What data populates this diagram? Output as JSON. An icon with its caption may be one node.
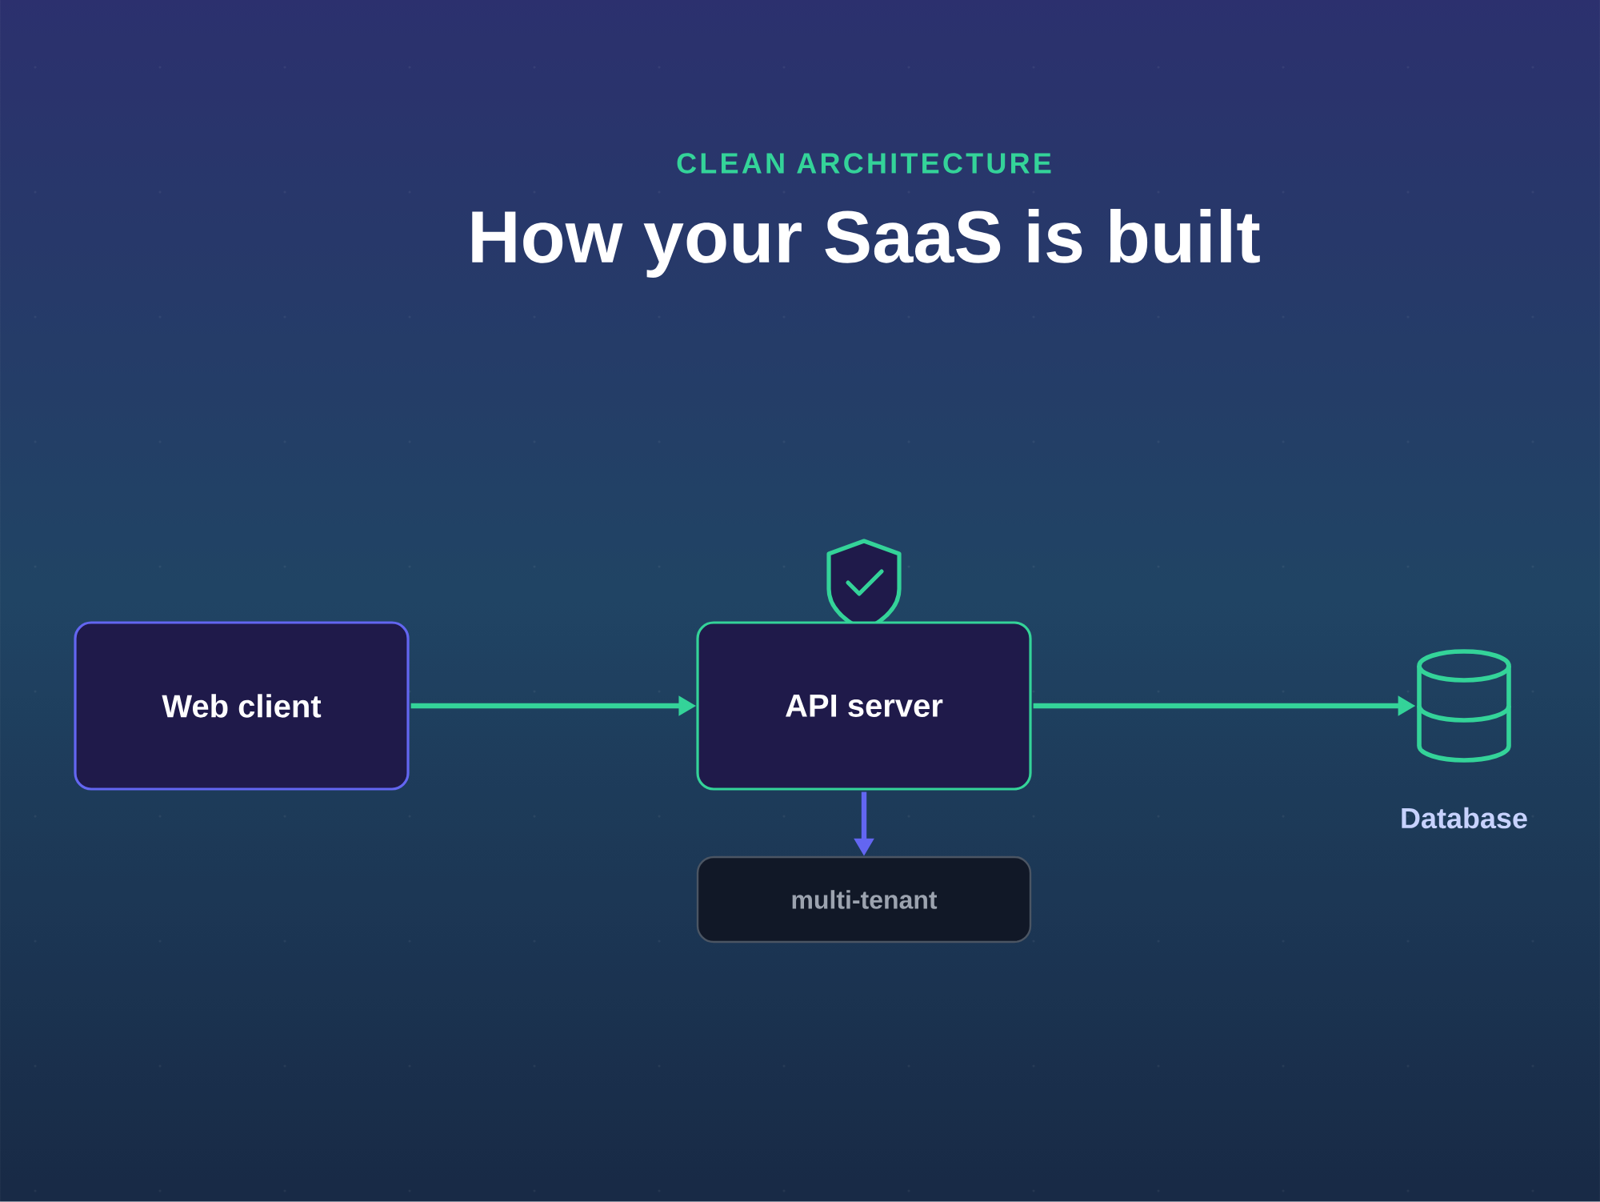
{
  "diagram": {
    "title": "How your SaaS is built",
    "nodes": [
      {
        "text": [
          "Web client"
        ]
      },
      {
        "text": [
          "API server"
        ]
      },
      {
        "text": [
          "multi-tenant"
        ]
      },
      {
        "text": [],
        "shape": "cylinder",
        "beside": [
          "Database"
        ]
      }
    ],
    "edges": [
      {
        "from": 0,
        "to": 1,
        "arrow": "to"
      },
      {
        "from": 1,
        "to": 3,
        "arrow": "to"
      },
      {
        "from": 1,
        "to": 2,
        "arrow": "to",
        "color": "#6366f1"
      }
    ],
    "labels": [
      "CLEAN ARCHITECTURE"
    ]
  }
}
